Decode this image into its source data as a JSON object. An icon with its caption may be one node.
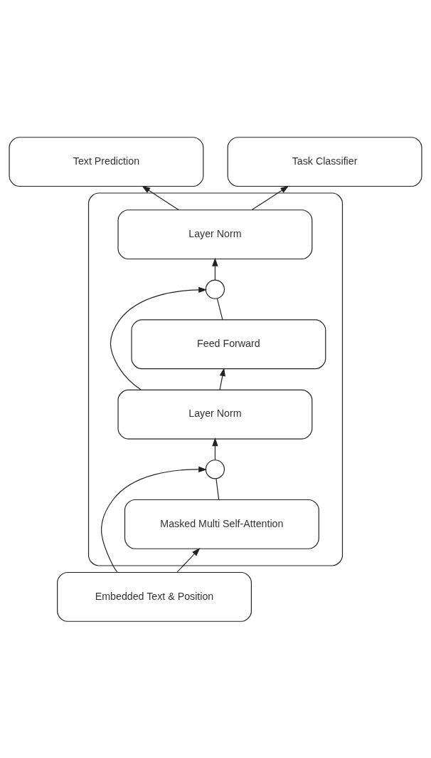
{
  "diagram": {
    "nodes": [
      {
        "text": [
          "Text Prediction"
        ]
      },
      {
        "text": [
          "Task Classifier"
        ]
      },
      {
        "text": [],
        "shape": "box"
      },
      {
        "text": [
          "Layer Norm"
        ],
        "in": 2
      },
      {
        "text": [],
        "shape": "circle",
        "in": 2
      },
      {
        "text": [
          "Feed Forward"
        ],
        "in": 2
      },
      {
        "text": [
          "Layer Norm"
        ],
        "in": 2
      },
      {
        "text": [],
        "shape": "circle",
        "in": 2
      },
      {
        "text": [
          "Masked Multi Self-Attention"
        ],
        "in": 2
      },
      {
        "text": [
          "Embedded Text & Position"
        ]
      }
    ],
    "edges": [
      {
        "from": 3,
        "to": 0,
        "arrow": "to"
      },
      {
        "from": 3,
        "to": 1,
        "arrow": "to"
      },
      {
        "from": 4,
        "to": 3,
        "arrow": "to"
      },
      {
        "from": 5,
        "to": 4,
        "arrow": "none"
      },
      {
        "from": 6,
        "to": 5,
        "arrow": "to"
      },
      {
        "from": 6,
        "to": 4,
        "arrow": "to"
      },
      {
        "from": 7,
        "to": 6,
        "arrow": "to"
      },
      {
        "from": 8,
        "to": 7,
        "arrow": "none"
      },
      {
        "from": 9,
        "to": 8,
        "arrow": "to"
      },
      {
        "from": 9,
        "to": 7,
        "arrow": "to"
      }
    ]
  }
}
